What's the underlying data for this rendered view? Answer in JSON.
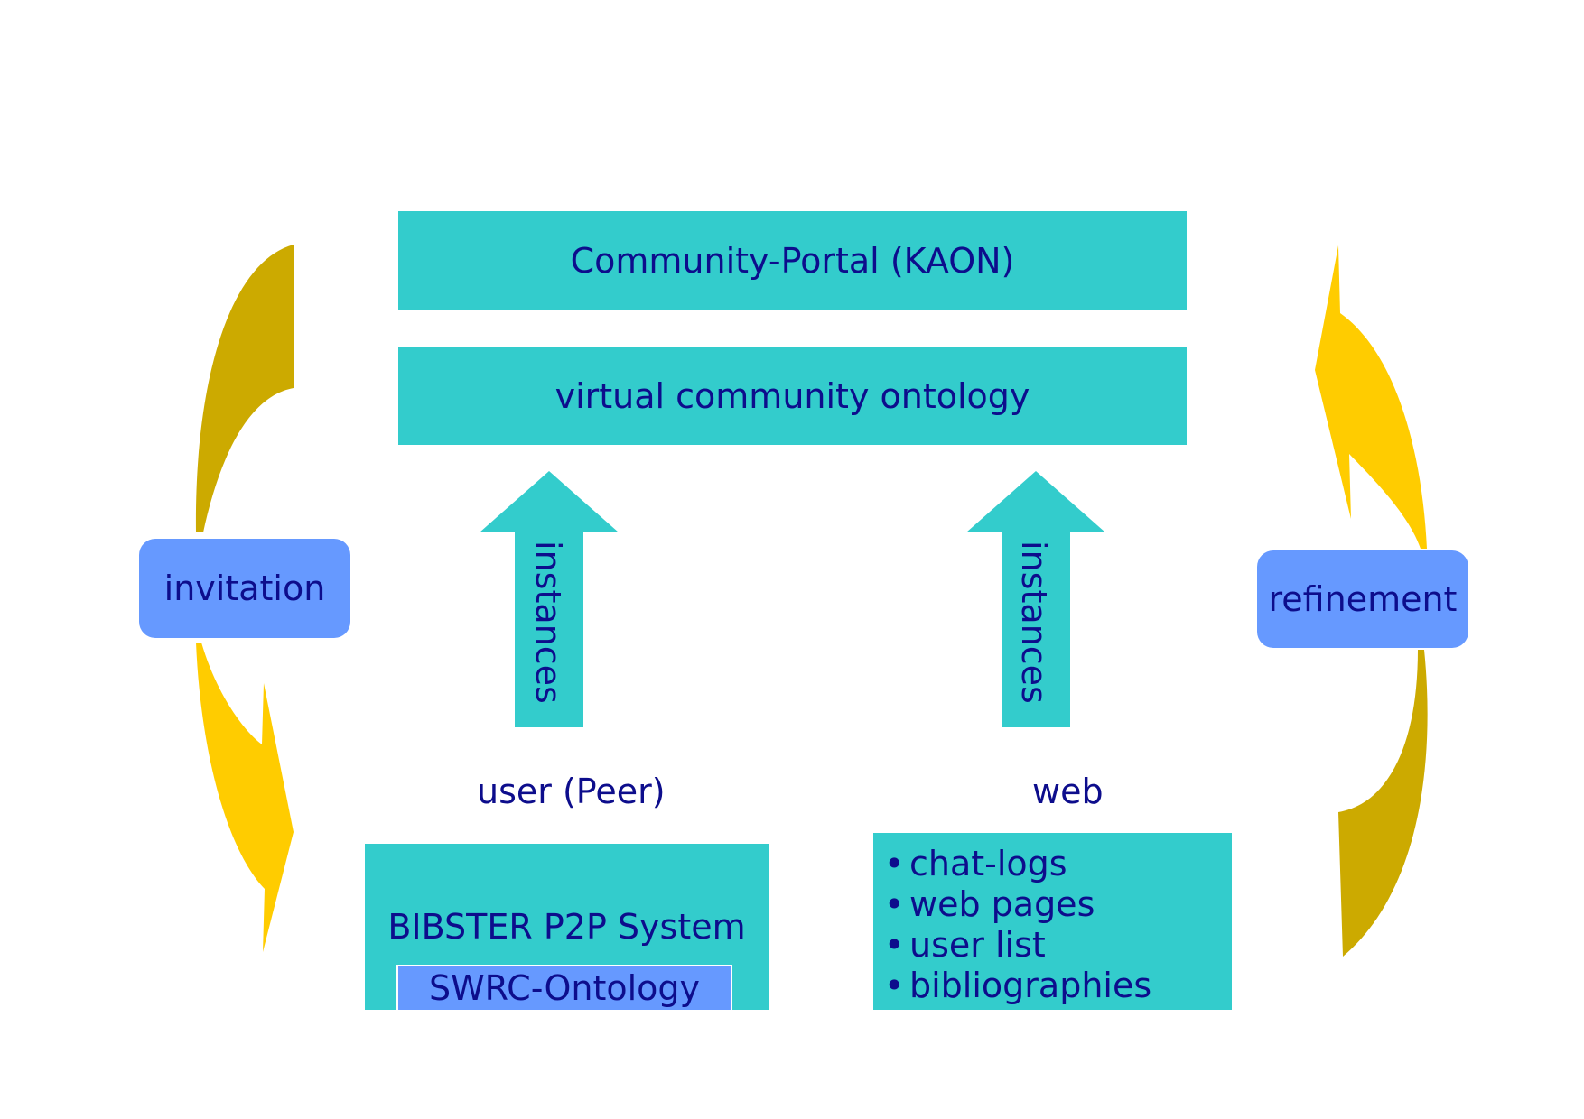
{
  "portal_label": "Community-Portal (KAON)",
  "ontology_label": "virtual community ontology",
  "arrows": {
    "left_label": "instances",
    "right_label": "instances"
  },
  "cycle": {
    "left_label": "invitation",
    "right_label": "refinement"
  },
  "sources": {
    "user_label": "user (Peer)",
    "web_label": "web"
  },
  "bibster": {
    "title": "BIBSTER P2P System",
    "inner": "SWRC-Ontology"
  },
  "web_items": [
    "chat-logs",
    "web pages",
    "user list",
    "bibliographies"
  ],
  "colors": {
    "box": "#33cccc",
    "pill": "#6699ff",
    "text": "#0d0d8c",
    "gold_dark": "#ccaa00",
    "gold_light": "#ffcc00"
  }
}
